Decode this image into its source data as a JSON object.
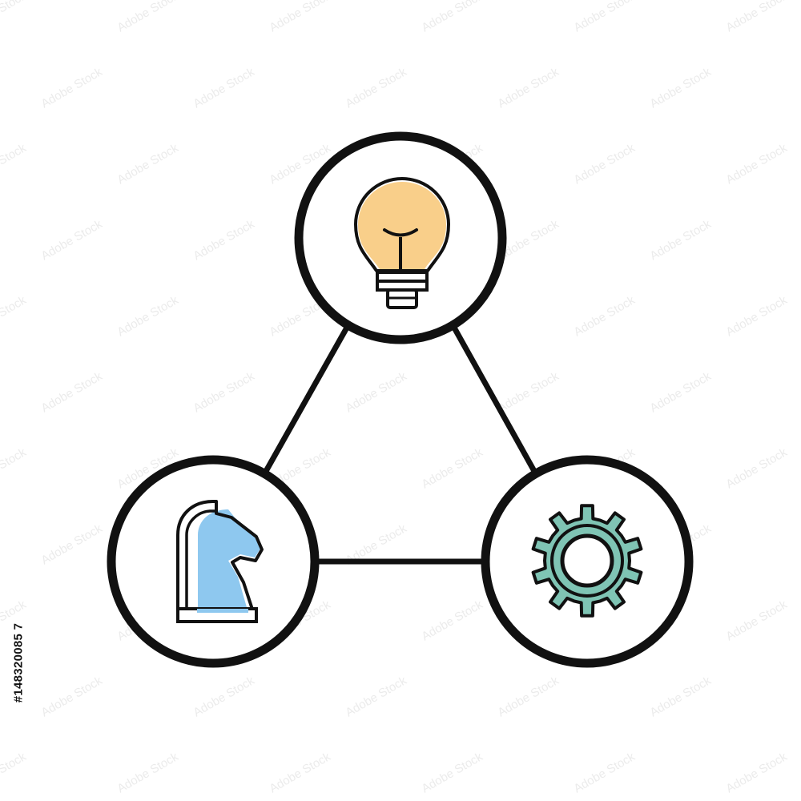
{
  "diagram": {
    "type": "triangle-network",
    "nodes": [
      {
        "id": "top",
        "icon": "lightbulb-icon",
        "fill_color": "#f9cf8a"
      },
      {
        "id": "bottom-left",
        "icon": "chess-knight-icon",
        "fill_color": "#8ec8ef"
      },
      {
        "id": "bottom-right",
        "icon": "gear-icon",
        "fill_color": "#7fc4b4"
      }
    ],
    "edges": [
      {
        "from": "top",
        "to": "bottom-left"
      },
      {
        "from": "top",
        "to": "bottom-right"
      },
      {
        "from": "bottom-left",
        "to": "bottom-right"
      }
    ],
    "stroke_color": "#111111"
  },
  "watermark": {
    "text": "Adobe Stock",
    "stock_id": "#148320085 7"
  }
}
